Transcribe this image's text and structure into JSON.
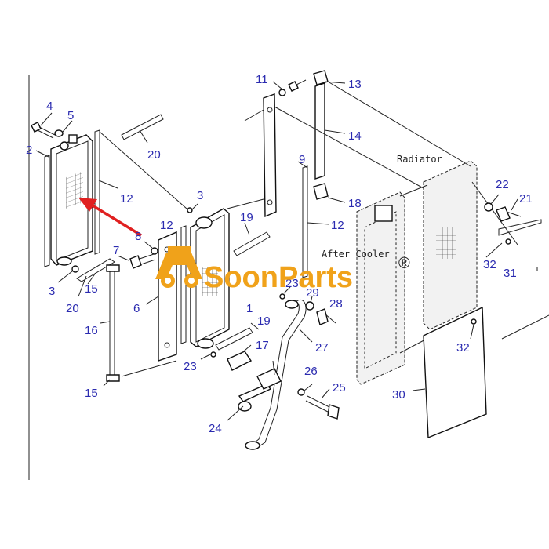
{
  "diagram": {
    "labels": {
      "radiator": "Radiator",
      "after_cooler": "After Cooler"
    },
    "callouts": [
      {
        "id": "c4",
        "text": "4"
      },
      {
        "id": "c5",
        "text": "5"
      },
      {
        "id": "c2",
        "text": "2"
      },
      {
        "id": "c20a",
        "text": "20"
      },
      {
        "id": "c12a",
        "text": "12"
      },
      {
        "id": "c11",
        "text": "11"
      },
      {
        "id": "c13",
        "text": "13"
      },
      {
        "id": "c14",
        "text": "14"
      },
      {
        "id": "c9",
        "text": "9"
      },
      {
        "id": "c3a",
        "text": "3"
      },
      {
        "id": "c12b",
        "text": "12"
      },
      {
        "id": "c19a",
        "text": "19"
      },
      {
        "id": "c18",
        "text": "18"
      },
      {
        "id": "c12c",
        "text": "12"
      },
      {
        "id": "c8",
        "text": "8"
      },
      {
        "id": "c7",
        "text": "7"
      },
      {
        "id": "c3b",
        "text": "3"
      },
      {
        "id": "c15a",
        "text": "15"
      },
      {
        "id": "c20b",
        "text": "20"
      },
      {
        "id": "c6",
        "text": "6"
      },
      {
        "id": "c16",
        "text": "16"
      },
      {
        "id": "c15b",
        "text": "15"
      },
      {
        "id": "c1",
        "text": "1"
      },
      {
        "id": "c23a",
        "text": "23"
      },
      {
        "id": "c29",
        "text": "29"
      },
      {
        "id": "c28",
        "text": "28"
      },
      {
        "id": "c19b",
        "text": "19"
      },
      {
        "id": "c17",
        "text": "17"
      },
      {
        "id": "c27",
        "text": "27"
      },
      {
        "id": "c23b",
        "text": "23"
      },
      {
        "id": "c26",
        "text": "26"
      },
      {
        "id": "c25",
        "text": "25"
      },
      {
        "id": "c24",
        "text": "24"
      },
      {
        "id": "c22",
        "text": "22"
      },
      {
        "id": "c21",
        "text": "21"
      },
      {
        "id": "c32a",
        "text": "32"
      },
      {
        "id": "c31",
        "text": "31"
      },
      {
        "id": "c32b",
        "text": "32"
      },
      {
        "id": "c30",
        "text": "30"
      }
    ]
  },
  "watermark": {
    "brand": "SoonParts",
    "registered_mark": "®",
    "color": "#f0a21a"
  },
  "colors": {
    "callout": "#2b2bb0",
    "arrow": "#e02020",
    "line": "#222222"
  }
}
